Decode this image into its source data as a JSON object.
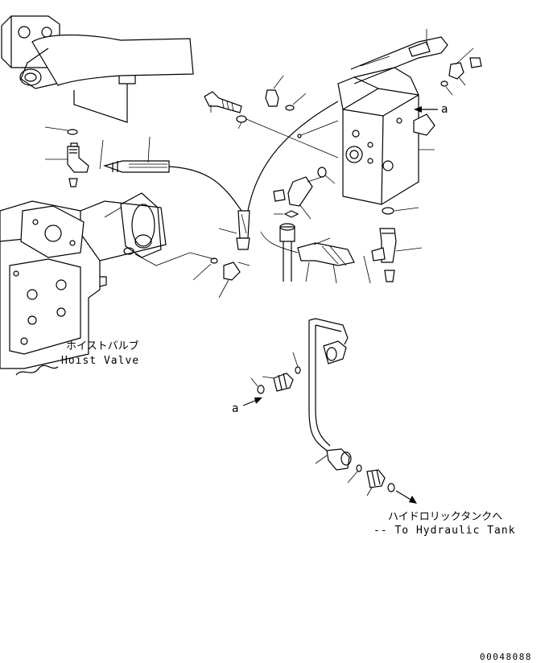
{
  "labels": {
    "hoist_valve_jp": "ホイストバルブ",
    "hoist_valve_en": "Hoist Valve",
    "tank_jp": "ハイドロリックタンクへ",
    "tank_en": "-- To Hydraulic Tank",
    "ref_a_left": "a",
    "ref_a_right": "a",
    "figure_number": "00048088"
  }
}
